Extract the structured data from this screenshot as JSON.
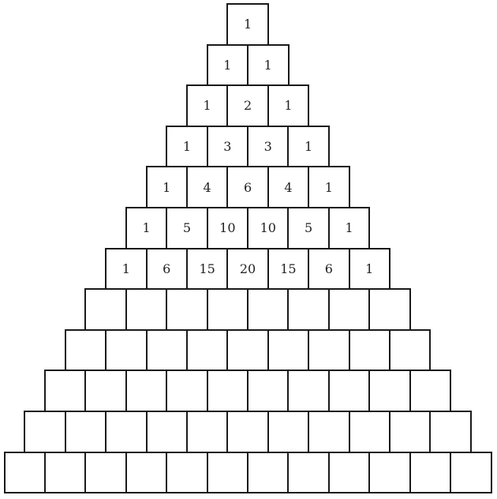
{
  "pyramid": {
    "rows": [
      [
        "1"
      ],
      [
        "1",
        "1"
      ],
      [
        "1",
        "2",
        "1"
      ],
      [
        "1",
        "3",
        "3",
        "1"
      ],
      [
        "1",
        "4",
        "6",
        "4",
        "1"
      ],
      [
        "1",
        "5",
        "10",
        "10",
        "5",
        "1"
      ],
      [
        "1",
        "6",
        "15",
        "20",
        "15",
        "6",
        "1"
      ],
      [
        "",
        "",
        "",
        "",
        "",
        "",
        "",
        ""
      ],
      [
        "",
        "",
        "",
        "",
        "",
        "",
        "",
        "",
        ""
      ],
      [
        "",
        "",
        "",
        "",
        "",
        "",
        "",
        "",
        "",
        ""
      ],
      [
        "",
        "",
        "",
        "",
        "",
        "",
        "",
        "",
        "",
        "",
        ""
      ],
      [
        "",
        "",
        "",
        "",
        "",
        "",
        "",
        "",
        "",
        "",
        "",
        ""
      ]
    ]
  }
}
